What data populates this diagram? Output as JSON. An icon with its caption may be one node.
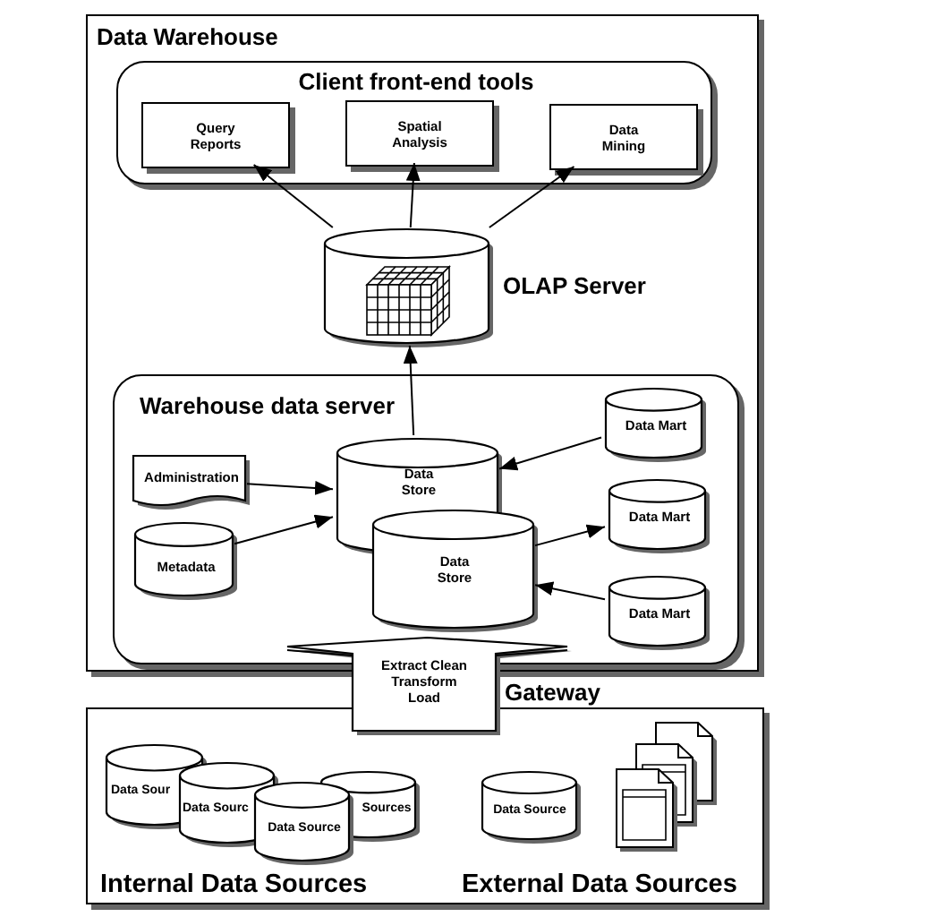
{
  "diagram": {
    "nodes": [
      {
        "text": [
          "Data Warehouse"
        ]
      },
      {
        "text": [
          "Client front-end tools"
        ],
        "in": 0
      },
      {
        "text": [
          "Query Reports"
        ],
        "in": 1
      },
      {
        "text": [
          "Spatial Analysis"
        ],
        "in": 1
      },
      {
        "text": [
          "Data Mining"
        ],
        "in": 1
      },
      {
        "text": [],
        "shape": "cylinder",
        "beside": [
          "OLAP Server"
        ],
        "in": 0
      },
      {
        "text": [
          "Warehouse data server"
        ],
        "in": 0
      },
      {
        "text": [
          "Administration"
        ],
        "in": 6
      },
      {
        "text": [
          "Metadata"
        ],
        "in": 6
      },
      {
        "text": [
          "Data Store"
        ],
        "in": 6
      },
      {
        "text": [
          "Data Store"
        ],
        "in": 6
      },
      {
        "text": [
          "Data Mart"
        ],
        "in": 6
      },
      {
        "text": [
          "Data Mart"
        ],
        "in": 6
      },
      {
        "text": [
          "Data Mart"
        ],
        "in": 6
      },
      {
        "text": [
          "Extract Clean Transform Load"
        ],
        "beside": [
          "Gateway"
        ]
      },
      {
        "text": [
          "Internal Data Sources",
          "External Data Sources"
        ]
      },
      {
        "text": [
          "Data Sour"
        ],
        "in": 15
      },
      {
        "text": [
          "Data Sourc"
        ],
        "in": 15
      },
      {
        "text": [
          "Data Source"
        ],
        "in": 15
      },
      {
        "text": [
          "Sources"
        ],
        "in": 15
      },
      {
        "text": [
          "Data Source"
        ],
        "in": 15
      }
    ],
    "edges": [
      {
        "from": 5,
        "to": 2,
        "arrow": "to"
      },
      {
        "from": 5,
        "to": 3,
        "arrow": "to"
      },
      {
        "from": 5,
        "to": 4,
        "arrow": "to"
      },
      {
        "from": 9,
        "to": 5,
        "arrow": "to"
      },
      {
        "from": 7,
        "to": 9,
        "arrow": "to"
      },
      {
        "from": 8,
        "to": 9,
        "arrow": "to"
      },
      {
        "from": 11,
        "to": 9,
        "arrow": "to"
      },
      {
        "from": 10,
        "to": 12,
        "arrow": "to"
      },
      {
        "from": 13,
        "to": 10,
        "arrow": "to"
      }
    ]
  }
}
